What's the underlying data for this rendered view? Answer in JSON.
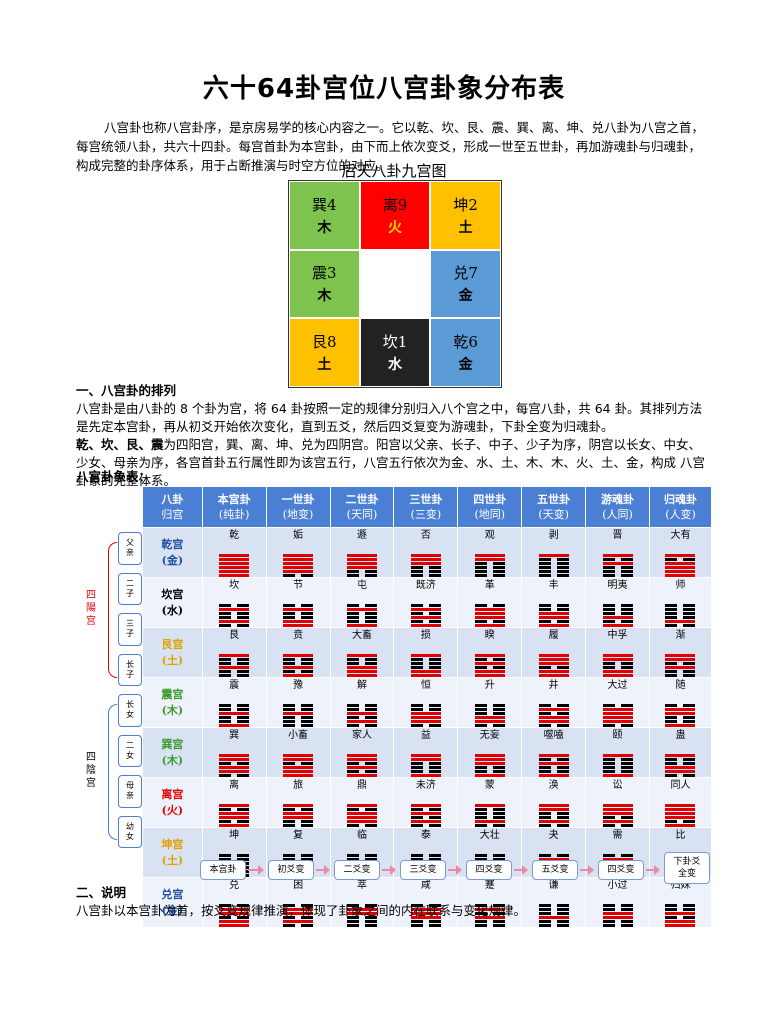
{
  "title": "六十64卦宫位八宫卦象分布表",
  "intro": "八宫卦也称八宫卦序，是京房易学的核心内容之一。它以乾、坎、艮、震、巽、离、坤、兑八卦为八宫之首，每宫统领八卦，共六十四卦。每宫首卦为本宫卦，由下而上依次变爻，形成一世至五世卦，再加游魂卦与归魂卦，构成完整的卦序体系，用于占断推演与时空方位的对应。",
  "nine_palace": {
    "caption": "后天八卦九宫图",
    "cells": [
      {
        "name": "巽4",
        "element": "木",
        "bg": "#7dc34d",
        "fg": "#000000",
        "efg": "#000000"
      },
      {
        "name": "离9",
        "element": "火",
        "bg": "#ff0000",
        "fg": "#000000",
        "efg": "#ffd400"
      },
      {
        "name": "坤2",
        "element": "土",
        "bg": "#ffc000",
        "fg": "#000000",
        "efg": "#000000"
      },
      {
        "name": "震3",
        "element": "木",
        "bg": "#7dc34d",
        "fg": "#000000",
        "efg": "#000000"
      },
      {
        "name": "",
        "element": "",
        "bg": "#ffffff",
        "fg": "#000000",
        "efg": "#000000"
      },
      {
        "name": "兑7",
        "element": "金",
        "bg": "#5b9bd5",
        "fg": "#000000",
        "efg": "#000000"
      },
      {
        "name": "艮8",
        "element": "土",
        "bg": "#ffc000",
        "fg": "#000000",
        "efg": "#000000"
      },
      {
        "name": "坎1",
        "element": "水",
        "bg": "#222222",
        "fg": "#ffffff",
        "efg": "#ffffff"
      },
      {
        "name": "乾6",
        "element": "金",
        "bg": "#5b9bd5",
        "fg": "#000000",
        "efg": "#000000"
      }
    ]
  },
  "section1": {
    "heading": "一、八宫卦的排列",
    "body1": "八宫卦是由八卦的 8 个卦为宫，将 64 卦按照一定的规律分别归入八个宫之中，每宫八卦，共 64 卦。其排列方法是先定本宫卦，再从初爻开始依次变化，直到五爻，然后四爻复变为游魂卦，下卦全变为归魂卦。",
    "body2_lead": "乾、坎、艮、震",
    "body2": "为四阳宫，巽、离、坤、兑为四阴宫。阳宫以父亲、长子、中子、少子为序，阴宫以长女、中女、少女、母亲为序，各宫首卦五行属性即为该宫五行，八宫五行依次为金、水、土、木、木、火、土、金，构成 八宫卦象的完整体系。",
    "table_heading": "八宫卦象表："
  },
  "table": {
    "headers": [
      {
        "top": "八卦",
        "sub": "归宫"
      },
      {
        "top": "本宫卦",
        "sub": "(纯卦)"
      },
      {
        "top": "一世卦",
        "sub": "(地变)"
      },
      {
        "top": "二世卦",
        "sub": "(天同)"
      },
      {
        "top": "三世卦",
        "sub": "(三变)"
      },
      {
        "top": "四世卦",
        "sub": "(地同)"
      },
      {
        "top": "五世卦",
        "sub": "(天变)"
      },
      {
        "top": "游魂卦",
        "sub": "(人同)"
      },
      {
        "top": "归魂卦",
        "sub": "(人变)"
      }
    ],
    "rows": [
      {
        "palace": "乾宫",
        "element": "(金)",
        "pcolor": "#1f4e9e",
        "relation": "父亲",
        "names": [
          "乾",
          "姤",
          "遯",
          "否",
          "观",
          "剥",
          "晋",
          "大有"
        ],
        "lines": [
          "111111",
          "111110",
          "111100",
          "111000",
          "110000",
          "100000",
          "101000",
          "101111"
        ]
      },
      {
        "palace": "坎宫",
        "element": "(水)",
        "pcolor": "#000000",
        "relation": "二子",
        "names": [
          "坎",
          "节",
          "屯",
          "既济",
          "革",
          "丰",
          "明夷",
          "师"
        ],
        "lines": [
          "010010",
          "010011",
          "010001",
          "010101",
          "011101",
          "001101",
          "000101",
          "000010"
        ]
      },
      {
        "palace": "艮宫",
        "element": "(土)",
        "pcolor": "#e0a000",
        "relation": "三子",
        "names": [
          "艮",
          "贲",
          "大畜",
          "损",
          "睽",
          "履",
          "中孚",
          "渐"
        ],
        "lines": [
          "100100",
          "100101",
          "100111",
          "100011",
          "101011",
          "111011",
          "110011",
          "110100"
        ]
      },
      {
        "palace": "震宫",
        "element": "(木)",
        "pcolor": "#3e9a2f",
        "relation": "长子",
        "names": [
          "震",
          "豫",
          "解",
          "恒",
          "升",
          "井",
          "大过",
          "随"
        ],
        "lines": [
          "001001",
          "001000",
          "001010",
          "001110",
          "000110",
          "010110",
          "011110",
          "011001"
        ]
      },
      {
        "palace": "巽宫",
        "element": "(木)",
        "pcolor": "#3e9a2f",
        "relation": "长女",
        "names": [
          "巽",
          "小畜",
          "家人",
          "益",
          "无妄",
          "噬嗑",
          "颐",
          "蛊"
        ],
        "lines": [
          "110110",
          "110111",
          "110101",
          "110001",
          "111001",
          "101001",
          "100001",
          "100110"
        ]
      },
      {
        "palace": "离宫",
        "element": "(火)",
        "pcolor": "#e00000",
        "relation": "二女",
        "names": [
          "离",
          "旅",
          "鼎",
          "未济",
          "蒙",
          "涣",
          "讼",
          "同人"
        ],
        "lines": [
          "101101",
          "101100",
          "101110",
          "101010",
          "100010",
          "110010",
          "111010",
          "111101"
        ]
      },
      {
        "palace": "坤宫",
        "element": "(土)",
        "pcolor": "#e0a000",
        "relation": "母亲",
        "names": [
          "坤",
          "复",
          "临",
          "泰",
          "大壮",
          "夬",
          "需",
          "比"
        ],
        "lines": [
          "000000",
          "000001",
          "000011",
          "000111",
          "001111",
          "011111",
          "010111",
          "010000"
        ]
      },
      {
        "palace": "兑宫",
        "element": "(金)",
        "pcolor": "#1f4e9e",
        "relation": "幼女",
        "names": [
          "兑",
          "困",
          "萃",
          "咸",
          "蹇",
          "谦",
          "小过",
          "归妹"
        ],
        "lines": [
          "011011",
          "011010",
          "011000",
          "011100",
          "010100",
          "000100",
          "001100",
          "001011"
        ]
      }
    ],
    "yang_label": "四\n陽\n宫",
    "yin_label": "四\n陰\n宫",
    "line_color_yang": "#e00000",
    "line_color_yin": "#000000"
  },
  "flow": [
    "本宫卦",
    "初爻变",
    "二爻变",
    "三爻变",
    "四爻变",
    "五爻变",
    "四爻变",
    "下卦爻\n全变"
  ],
  "section2": {
    "heading": "二、说明",
    "body": "八宫卦以本宫卦为首，按爻变规律推演，体现了卦象之间的内在联系与变化规律。"
  }
}
